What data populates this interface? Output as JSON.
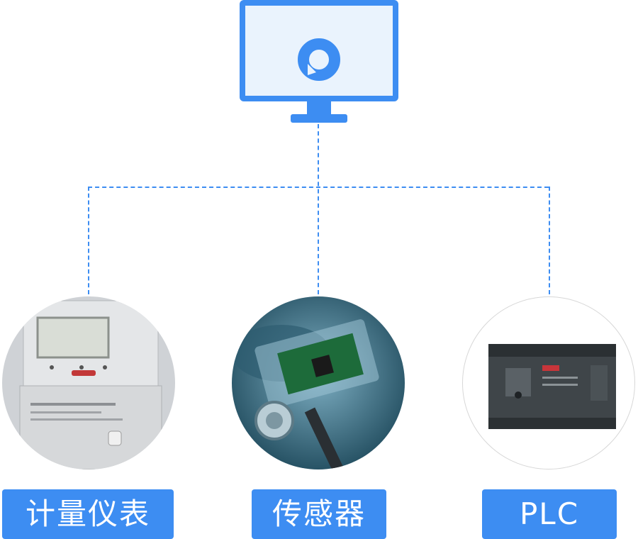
{
  "diagram": {
    "central_node": {
      "icon": "monitor-logo-icon"
    },
    "devices": [
      {
        "id": "meter",
        "label": "计量仪表",
        "image": "electric-meter-photo"
      },
      {
        "id": "sensor",
        "label": "传感器",
        "image": "sensor-board-photo"
      },
      {
        "id": "plc",
        "label": "PLC",
        "image": "plc-controller-photo"
      }
    ]
  },
  "colors": {
    "accent": "#3d8df2",
    "screen_bg": "#eaf3fd",
    "label_text": "#ffffff"
  }
}
